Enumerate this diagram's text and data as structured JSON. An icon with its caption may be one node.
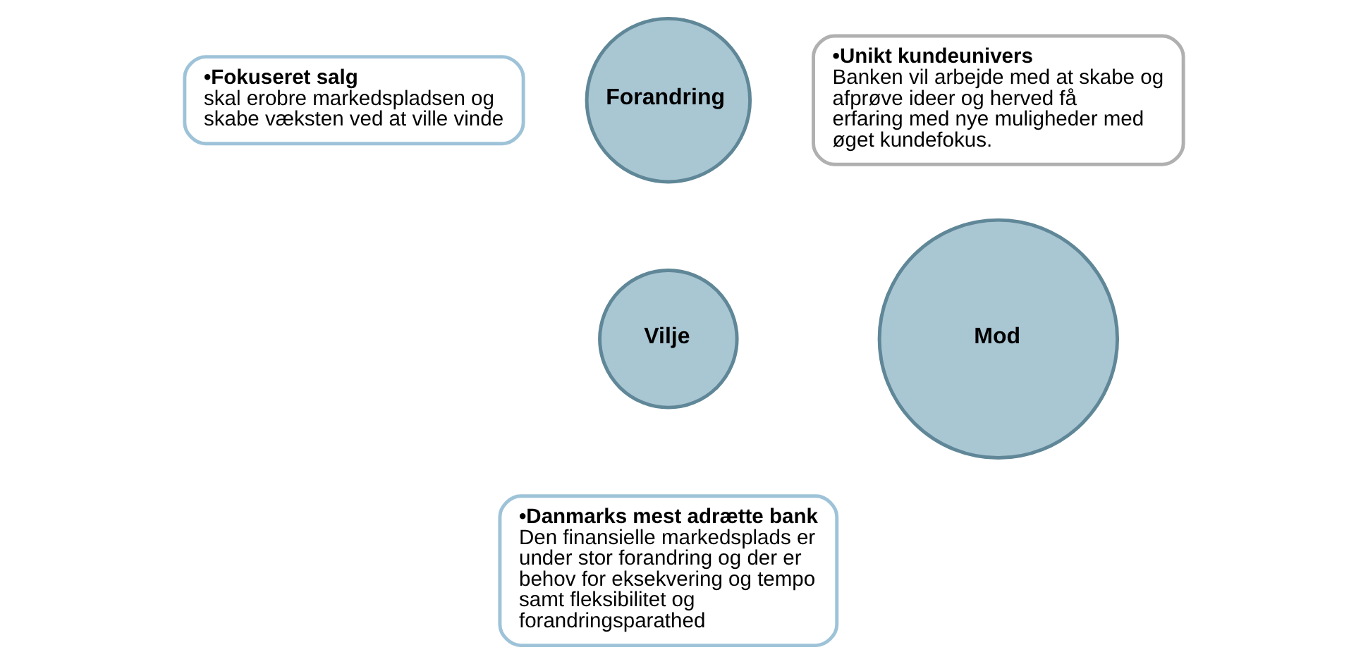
{
  "diagram": {
    "nodes": [
      {
        "text": [
          "•Fokuseret salg",
          "skal erobre markedspladsen og skabe væksten ved at ville vinde"
        ]
      },
      {
        "text": [
          "Forandring"
        ]
      },
      {
        "text": [
          "•Unikt kundeunivers",
          "Banken vil arbejde med at skabe og afprøve ideer og herved få erfaring med nye muligheder med øget kundefokus."
        ]
      },
      {
        "text": [
          "Vilje"
        ]
      },
      {
        "text": [
          "Mod"
        ]
      },
      {
        "text": [
          "•Danmarks mest adrætte bank",
          "Den finansielle markedsplads er under stor forandring og der er behov for eksekvering og tempo samt fleksibilitet og forandringsparathed"
        ]
      }
    ],
    "edges": []
  }
}
